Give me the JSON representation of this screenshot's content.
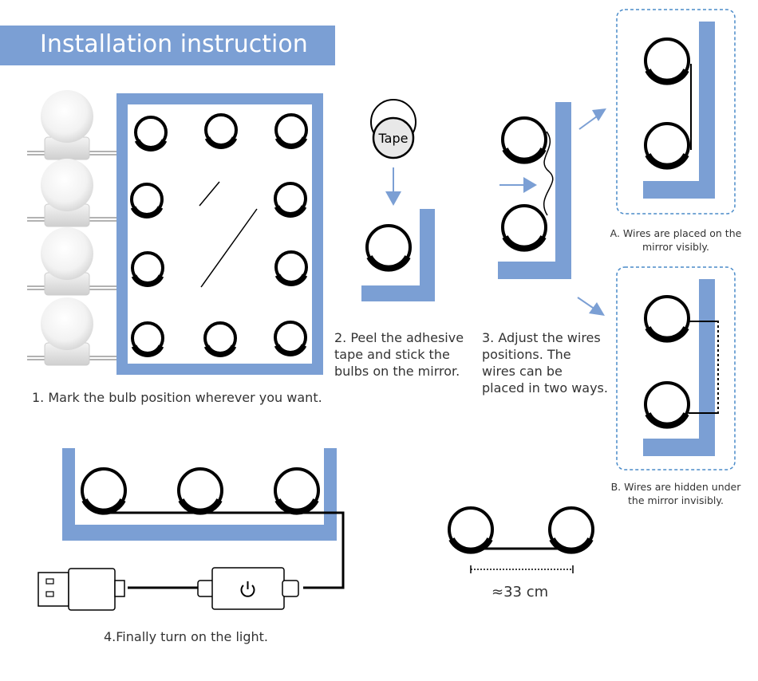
{
  "header": {
    "title": "Installation instruction"
  },
  "steps": {
    "step1": "1. Mark the bulb position wherever you want.",
    "step2": "2. Peel the adhesive\ntape and stick the\nbulbs on the mirror.",
    "step3": "3. Adjust the wires\npositions. The\nwires can be\nplaced in two ways.",
    "step4": "4.Finally turn on the light."
  },
  "options": {
    "a": "A. Wires are placed on the\nmirror visibly.",
    "b": "B. Wires are hidden under\nthe mirror invisibly."
  },
  "tape_label": "Tape",
  "spacing_label": "≈33 cm",
  "colors": {
    "accent": "#7b9fd4",
    "outline": "#000000",
    "dashed_frame": "#4a8bc9"
  },
  "icons": [
    "bulb-icon",
    "tape-icon",
    "arrow-icon",
    "usb-plug-icon",
    "touch-switch-icon",
    "power-icon"
  ]
}
